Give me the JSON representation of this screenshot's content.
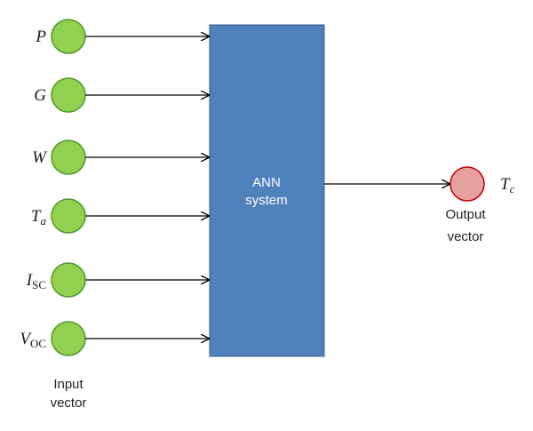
{
  "colors": {
    "input_node_fill": "#92d050",
    "input_node_stroke": "#4f9a2a",
    "system_fill": "#4f81bd",
    "system_stroke": "#3a5f8c",
    "output_node_fill": "#e6a0a0",
    "output_node_stroke": "#c00000",
    "arrow": "#000000"
  },
  "inputs": [
    {
      "symbol": "P",
      "sub": ""
    },
    {
      "symbol": "G",
      "sub": ""
    },
    {
      "symbol": "W",
      "sub": ""
    },
    {
      "symbol": "T",
      "sub": "a"
    },
    {
      "symbol": "I",
      "sub": "SC"
    },
    {
      "symbol": "V",
      "sub": "OC"
    }
  ],
  "input_caption": [
    "Input",
    "vector"
  ],
  "system": {
    "lines": [
      "ANN",
      "system"
    ]
  },
  "output": {
    "symbol": "T",
    "sub": "c"
  },
  "output_caption": [
    "Output",
    "vector"
  ]
}
